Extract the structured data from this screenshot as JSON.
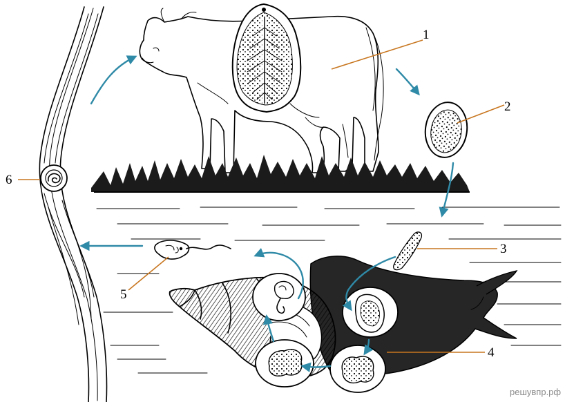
{
  "labels": {
    "l1": "1",
    "l2": "2",
    "l3": "3",
    "l4": "4",
    "l5": "5",
    "l6": "6"
  },
  "watermark": "решувпр.рф",
  "colors": {
    "arrow": "#2f8aa7",
    "leader_line": "#c8761f",
    "ink": "#000000"
  }
}
